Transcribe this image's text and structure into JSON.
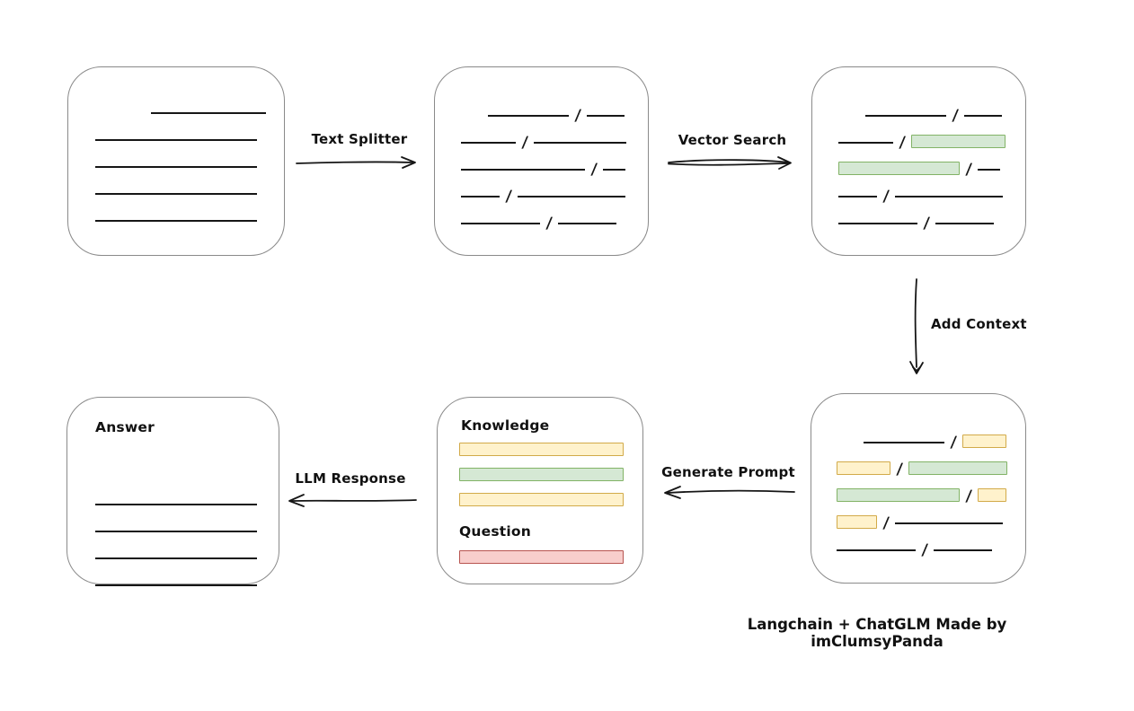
{
  "footer": {
    "credit": "Langchain + ChatGLM Made by imClumsyPanda"
  },
  "colors": {
    "ink": "#161616",
    "box_border": "#8a8a8a",
    "green_fill": "#d5e8d4",
    "green_border": "#82b366",
    "yellow_fill": "#fff2cc",
    "yellow_border": "#d2aa49",
    "red_fill": "#f8cecc",
    "red_border": "#b85450"
  },
  "arrows": {
    "text_splitter": {
      "label": "Text Splitter",
      "direction": "right"
    },
    "vector_search": {
      "label": "Vector Search",
      "direction": "right"
    },
    "add_context": {
      "label": "Add Context",
      "direction": "down"
    },
    "generate_prompt": {
      "label": "Generate Prompt",
      "direction": "left"
    },
    "llm_response": {
      "label": "LLM Response",
      "direction": "left"
    }
  },
  "boxes": {
    "document": {
      "rows": [
        {
          "indent": 62,
          "segs": [
            {
              "t": "line",
              "w": 148
            }
          ]
        },
        {
          "indent": 0,
          "segs": [
            {
              "t": "line",
              "w": 180
            }
          ]
        },
        {
          "indent": 0,
          "segs": [
            {
              "t": "line",
              "w": 180
            }
          ]
        },
        {
          "indent": 0,
          "segs": [
            {
              "t": "line",
              "w": 180
            }
          ]
        },
        {
          "indent": 0,
          "segs": [
            {
              "t": "line",
              "w": 180
            }
          ]
        }
      ]
    },
    "split_text": {
      "rows": [
        {
          "indent": 30,
          "segs": [
            {
              "t": "line",
              "w": 90
            },
            {
              "t": "slash"
            },
            {
              "t": "line",
              "w": 42
            }
          ]
        },
        {
          "indent": 0,
          "segs": [
            {
              "t": "line",
              "w": 61
            },
            {
              "t": "slash"
            },
            {
              "t": "line",
              "w": 103
            }
          ]
        },
        {
          "indent": 0,
          "segs": [
            {
              "t": "line",
              "w": 138
            },
            {
              "t": "slash"
            },
            {
              "t": "line",
              "w": 25
            }
          ]
        },
        {
          "indent": 0,
          "segs": [
            {
              "t": "line",
              "w": 43
            },
            {
              "t": "slash"
            },
            {
              "t": "line",
              "w": 120
            }
          ]
        },
        {
          "indent": 0,
          "segs": [
            {
              "t": "line",
              "w": 88
            },
            {
              "t": "slash"
            },
            {
              "t": "line",
              "w": 65
            }
          ]
        }
      ]
    },
    "vector_matched": {
      "rows": [
        {
          "indent": 30,
          "segs": [
            {
              "t": "line",
              "w": 90
            },
            {
              "t": "slash"
            },
            {
              "t": "line",
              "w": 42
            }
          ]
        },
        {
          "indent": 0,
          "segs": [
            {
              "t": "line",
              "w": 61
            },
            {
              "t": "slash"
            },
            {
              "t": "green",
              "w": 105
            }
          ]
        },
        {
          "indent": 0,
          "segs": [
            {
              "t": "green",
              "w": 135
            },
            {
              "t": "slash"
            },
            {
              "t": "line",
              "w": 25
            }
          ]
        },
        {
          "indent": 0,
          "segs": [
            {
              "t": "line",
              "w": 43
            },
            {
              "t": "slash"
            },
            {
              "t": "line",
              "w": 120
            }
          ]
        },
        {
          "indent": 0,
          "segs": [
            {
              "t": "line",
              "w": 88
            },
            {
              "t": "slash"
            },
            {
              "t": "line",
              "w": 65
            }
          ]
        }
      ]
    },
    "context": {
      "rows": [
        {
          "indent": 30,
          "segs": [
            {
              "t": "line",
              "w": 90
            },
            {
              "t": "slash"
            },
            {
              "t": "yellow",
              "w": 49
            }
          ]
        },
        {
          "indent": 0,
          "segs": [
            {
              "t": "yellow",
              "w": 60
            },
            {
              "t": "slash"
            },
            {
              "t": "green",
              "w": 110
            }
          ]
        },
        {
          "indent": 0,
          "segs": [
            {
              "t": "green",
              "w": 137
            },
            {
              "t": "slash"
            },
            {
              "t": "yellow",
              "w": 32
            }
          ]
        },
        {
          "indent": 0,
          "segs": [
            {
              "t": "yellow",
              "w": 45
            },
            {
              "t": "slash"
            },
            {
              "t": "line",
              "w": 120
            }
          ]
        },
        {
          "indent": 0,
          "segs": [
            {
              "t": "line",
              "w": 88
            },
            {
              "t": "slash"
            },
            {
              "t": "line",
              "w": 65
            }
          ]
        }
      ]
    },
    "prompt": {
      "knowledge_label": "Knowledge",
      "question_label": "Question",
      "knowledge_bars": [
        "yellow",
        "green",
        "yellow"
      ],
      "question_bars": [
        "red"
      ]
    },
    "answer": {
      "label": "Answer",
      "rows": [
        {
          "indent": 0,
          "segs": [
            {
              "t": "line",
              "w": 180
            }
          ]
        },
        {
          "indent": 0,
          "segs": [
            {
              "t": "line",
              "w": 180
            }
          ]
        },
        {
          "indent": 0,
          "segs": [
            {
              "t": "line",
              "w": 180
            }
          ]
        },
        {
          "indent": 0,
          "segs": [
            {
              "t": "line",
              "w": 180
            }
          ]
        }
      ]
    }
  }
}
